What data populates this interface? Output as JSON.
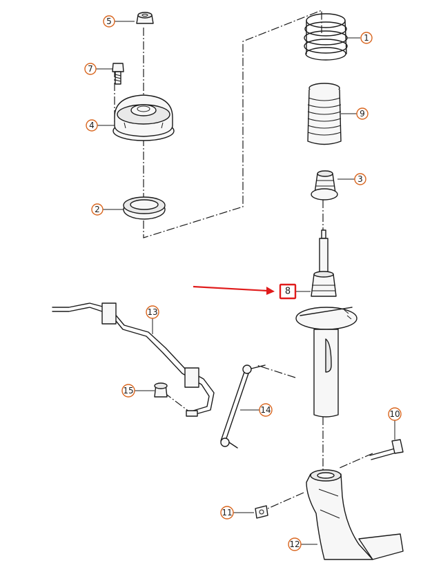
{
  "diagram": {
    "highlighted_part": "8",
    "colors": {
      "callout_ring": "#d9651e",
      "highlight": "#e01b1b",
      "line": "#1a1a1a"
    },
    "callouts": {
      "c1": "1",
      "c2": "2",
      "c3": "3",
      "c4": "4",
      "c5": "5",
      "c7": "7",
      "c8": "8",
      "c9": "9",
      "c10": "10",
      "c11": "11",
      "c12": "12",
      "c13": "13",
      "c14": "14",
      "c15": "15"
    }
  }
}
